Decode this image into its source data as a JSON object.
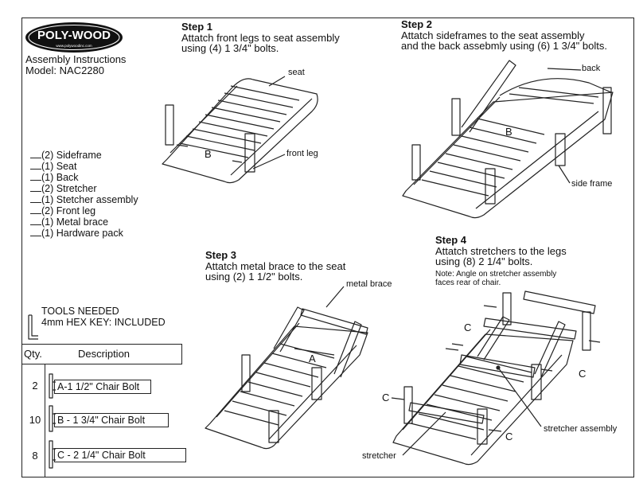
{
  "brand": {
    "logo_text": "POLY-WOOD",
    "logo_sub": "www.polywoodinc.com"
  },
  "header": {
    "title": "Assembly Instructions",
    "model": "Model: NAC2280"
  },
  "parts": [
    {
      "qty": "(2)",
      "name": "Sideframe"
    },
    {
      "qty": "(1)",
      "name": "Seat"
    },
    {
      "qty": "(1)",
      "name": "Back"
    },
    {
      "qty": "(2)",
      "name": "Stretcher"
    },
    {
      "qty": "(1)",
      "name": "Stetcher assembly"
    },
    {
      "qty": "(2)",
      "name": "Front leg"
    },
    {
      "qty": "(1)",
      "name": "Metal brace"
    },
    {
      "qty": "(1)",
      "name": "Hardware pack"
    }
  ],
  "tools": {
    "title": "TOOLS NEEDED",
    "item": "4mm HEX KEY: INCLUDED"
  },
  "table": {
    "qty_header": "Qty.",
    "desc_header": "Description",
    "rows": [
      {
        "qty": "2",
        "desc": "A-1 1/2\" Chair Bolt"
      },
      {
        "qty": "10",
        "desc": "B - 1 3/4\" Chair Bolt"
      },
      {
        "qty": "8",
        "desc": "C - 2 1/4\" Chair Bolt"
      }
    ]
  },
  "steps": [
    {
      "title": "Step 1",
      "line1": "Attatch front legs to seat assembly",
      "line2": "using (4) 1 3/4\" bolts."
    },
    {
      "title": "Step 2",
      "line1": "Attatch sideframes to the seat assembly",
      "line2": "and the back assebmly using (6) 1 3/4\" bolts."
    },
    {
      "title": "Step 3",
      "line1": "Attatch metal brace to the seat",
      "line2": "using (2) 1 1/2\" bolts."
    },
    {
      "title": "Step 4",
      "line1": "Attatch stretchers to the legs",
      "line2": "using (8) 2 1/4\" bolts.",
      "note1": "Note: Angle on stretcher assembly",
      "note2": "faces rear of chair."
    }
  ],
  "callouts": {
    "seat": "seat",
    "front_leg": "front leg",
    "back": "back",
    "side_frame": "side frame",
    "metal_brace": "metal brace",
    "stretcher_assembly": "stretcher assembly",
    "stretcher": "stretcher",
    "letter_a": "A",
    "letter_b": "B",
    "letter_c": "C"
  }
}
